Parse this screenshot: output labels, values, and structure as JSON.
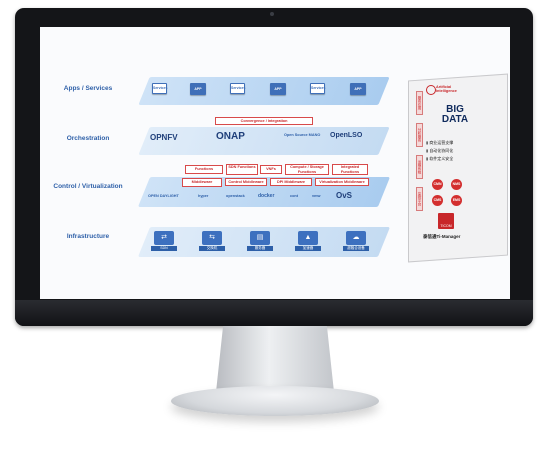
{
  "layers": {
    "apps": "Apps / Services",
    "orchestration": "Orchestration",
    "control": "Control / Virtualization",
    "infrastructure": "Infrastructure"
  },
  "apps_tiles": [
    "Services",
    "APP",
    "Services",
    "APP",
    "Services",
    "APP"
  ],
  "orchestration": {
    "banner": "Convergence / Integration",
    "logos": [
      "OPNFV",
      "ONAP",
      "Open Source MANO",
      "OpenLSO"
    ]
  },
  "control": {
    "functions_label": "Functions",
    "functions": [
      "SDN Functions",
      "VNFs",
      "Compute / Storage Functions",
      "Integrated Functions"
    ],
    "middleware_label": "Middleware",
    "middleware": [
      "Control Middleware",
      "DPI Middleware",
      "Virtualization Middleware"
    ],
    "logos": [
      "OPEN DAYLIGHT",
      "hyper",
      "openstack",
      "docker",
      "cont",
      "vmw",
      "OvS"
    ]
  },
  "infrastructure": {
    "items": [
      "SDN",
      "交换机",
      "服务器",
      "加速器",
      "超融合设备"
    ]
  },
  "panel": {
    "ai_line1": "Artificial",
    "ai_line2": "Intelligence",
    "big_data_1": "BIG",
    "big_data_2": "DATA",
    "vtabs": [
      "服务应用",
      "分析服务",
      "运维系统",
      "监控平台"
    ],
    "features": [
      "商业运营支撑",
      "自动化协同化",
      "软件定义安全"
    ],
    "circles": [
      "CMN",
      "NMS",
      "CMS",
      "EMS"
    ],
    "logo_text": "TICOM",
    "product": "泰信通Ti-Manager"
  },
  "colors": {
    "accent_blue": "#2d5fa8",
    "accent_red": "#c8272a",
    "bezel": "#141518"
  }
}
